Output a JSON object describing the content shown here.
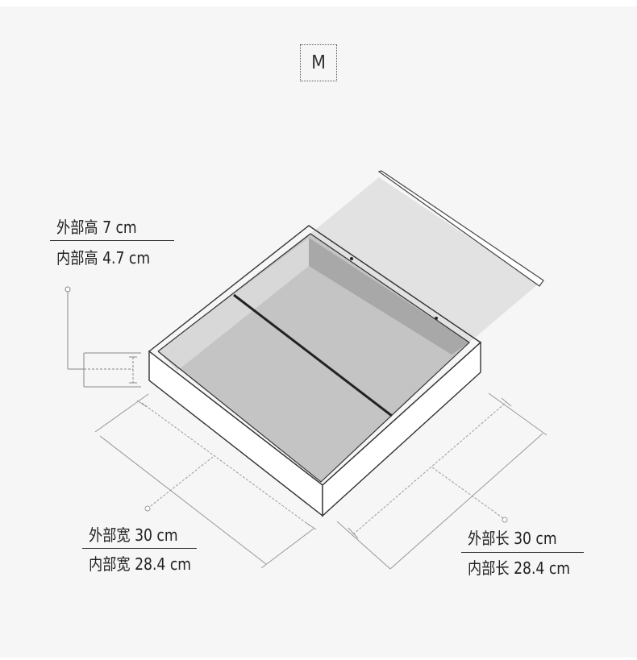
{
  "size_badge": "M",
  "labels": {
    "outer_height": "外部高 7 cm",
    "inner_height": "内部高 4.7 cm",
    "outer_width": "外部宽 30 cm",
    "inner_width": "内部宽 28.4 cm",
    "outer_length": "外部长 30 cm",
    "inner_length": "内部长 28.4 cm"
  }
}
